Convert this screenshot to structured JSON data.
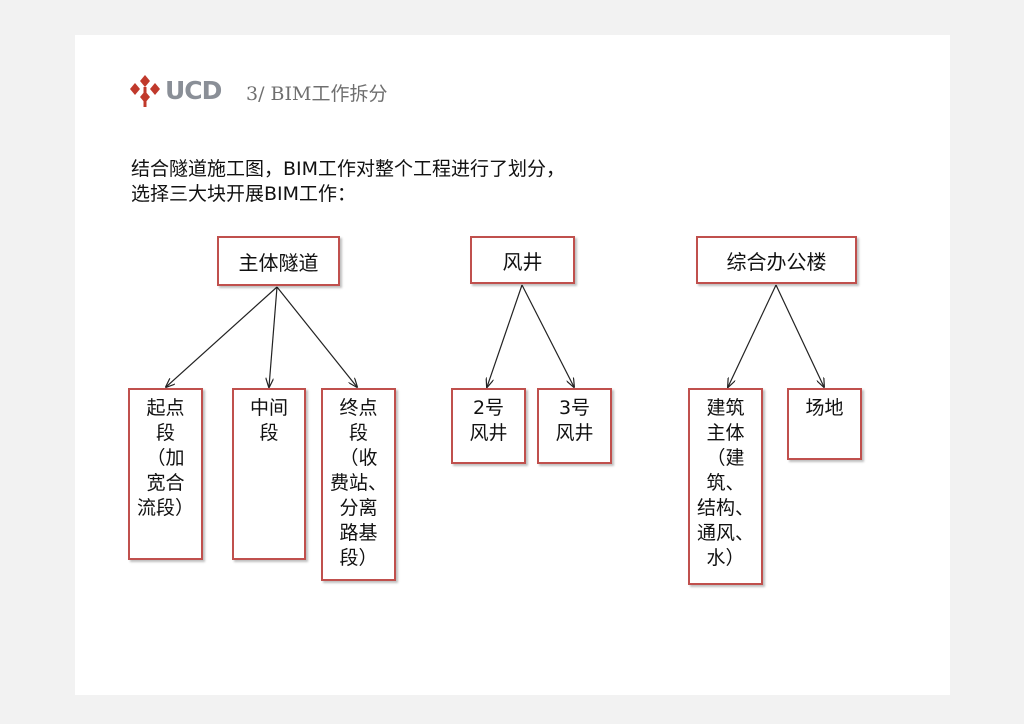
{
  "header": {
    "logo_text": "UCD",
    "section_title": "3/ BIM工作拆分"
  },
  "intro": {
    "line1": "结合隧道施工图，BIM工作对整个工程进行了划分，",
    "line2": "选择三大块开展BIM工作："
  },
  "colors": {
    "box_border": "#c0504d",
    "logo_red": "#c0392b",
    "logo_gray": "#8a8f97"
  },
  "tree": {
    "main_tunnel": {
      "label": "主体隧道",
      "children": [
        {
          "lines": [
            "起点",
            "段",
            "（加",
            "宽合",
            "流段）"
          ]
        },
        {
          "lines": [
            "中间",
            "段"
          ]
        },
        {
          "lines": [
            "终点",
            "段",
            "（收",
            "费站、",
            "分离",
            "路基",
            "段）"
          ]
        }
      ]
    },
    "shaft": {
      "label": "风井",
      "children": [
        {
          "lines": [
            "2号",
            "风井"
          ]
        },
        {
          "lines": [
            "3号",
            "风井"
          ]
        }
      ]
    },
    "office": {
      "label": "综合办公楼",
      "children": [
        {
          "lines": [
            "建筑",
            "主体",
            "（建",
            "筑、",
            "结构、",
            "通风、",
            "水）"
          ]
        },
        {
          "lines": [
            "场地"
          ]
        }
      ]
    }
  }
}
